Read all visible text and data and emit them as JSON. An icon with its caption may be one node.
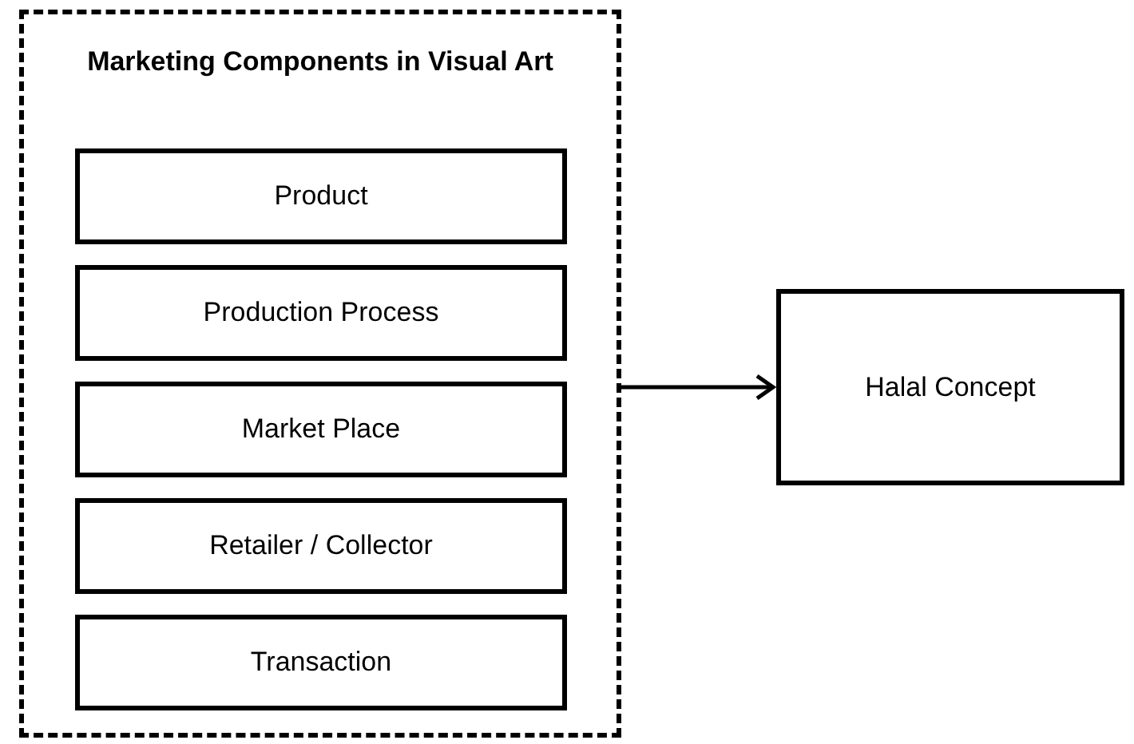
{
  "diagram": {
    "nodes": [
      {
        "text": [
          "Marketing Components in Visual Art"
        ]
      },
      {
        "text": [
          "Product"
        ],
        "in": 0
      },
      {
        "text": [
          "Production Process"
        ],
        "in": 0
      },
      {
        "text": [
          "Market Place"
        ],
        "in": 0
      },
      {
        "text": [
          "Retailer / Collector"
        ],
        "in": 0
      },
      {
        "text": [
          "Transaction"
        ],
        "in": 0
      },
      {
        "text": [
          "Halal Concept"
        ]
      }
    ],
    "edges": [
      {
        "from": 0,
        "to": 6,
        "arrow": "to"
      }
    ]
  }
}
